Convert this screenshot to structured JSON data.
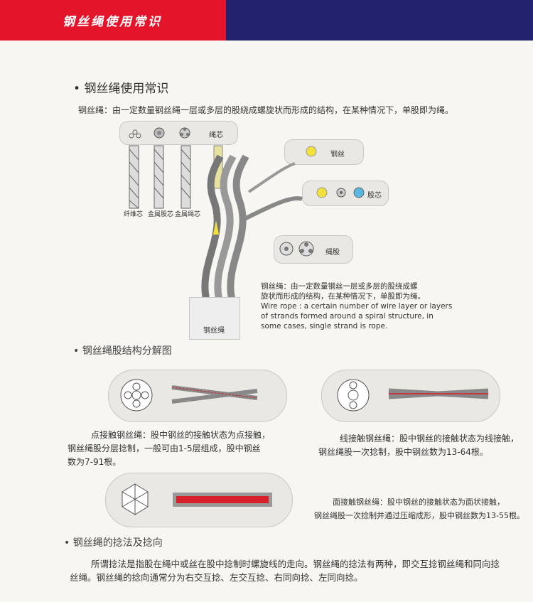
{
  "header": {
    "title": "钢丝绳使用常识"
  },
  "section1": {
    "title": "钢丝绳使用常识",
    "definition": "钢丝绳：由一定数量钢丝绳一层或多层的股绕成螺旋状而形成的结构，在某种情况下，单股即为绳。",
    "core_box": {
      "label": "绳芯",
      "items": [
        "纤维芯",
        "金属股芯",
        "金属绳芯"
      ]
    },
    "wire_label": "钢丝",
    "strand_core_label": "股芯",
    "strand_label": "绳股",
    "rope_label": "钢丝绳",
    "caption_cn_1": "钢丝绳：由一定数量钢丝一层或多层的股绕成螺",
    "caption_cn_2": "旋状而形成的结构，在某种情况下，单股即为绳。",
    "caption_en_1": "Wire rope : a certain number of wire layer or layers",
    "caption_en_2": "of strands formed around a spiral structure, in",
    "caption_en_3": "some cases, single strand is rope."
  },
  "section2": {
    "title": "钢丝绳股结构分解图",
    "point": {
      "line1": "点接触钢丝绳：股中钢丝的接触状态为点接触，",
      "line2": "钢丝绳股分层捻制，一般可由1-5层组成，股中钢丝",
      "line3": "数为7-91根。"
    },
    "line": {
      "line1": "线接触钢丝绳：股中钢丝的接触状态为线接触，",
      "line2": "钢丝绳股一次捻制，股中钢丝数为13-64根。"
    },
    "surface": {
      "line1": "面接触钢丝绳：股中钢丝的接触状态为面状接触，",
      "line2": "钢丝绳股一次捻制并通过压缩成形，股中钢丝数为13-55根。"
    }
  },
  "section3": {
    "title": "钢丝绳的捻法及捻向",
    "line1": "所谓捻法是指股在绳中或丝在股中捻制时螺旋线的走向。钢丝绳的捻法有两种，即交互捻钢丝绳和同向捻",
    "line2": "丝绳。钢丝绳的捻向通常分为右交互捻、左交互捻、右同向捻、左同向捻。"
  },
  "colors": {
    "header_red": "#e4142a",
    "header_blue": "#22226e",
    "core_yellow": "#f2e13a",
    "core_blue": "#5ab8e0",
    "lay_red": "#d8202a"
  }
}
